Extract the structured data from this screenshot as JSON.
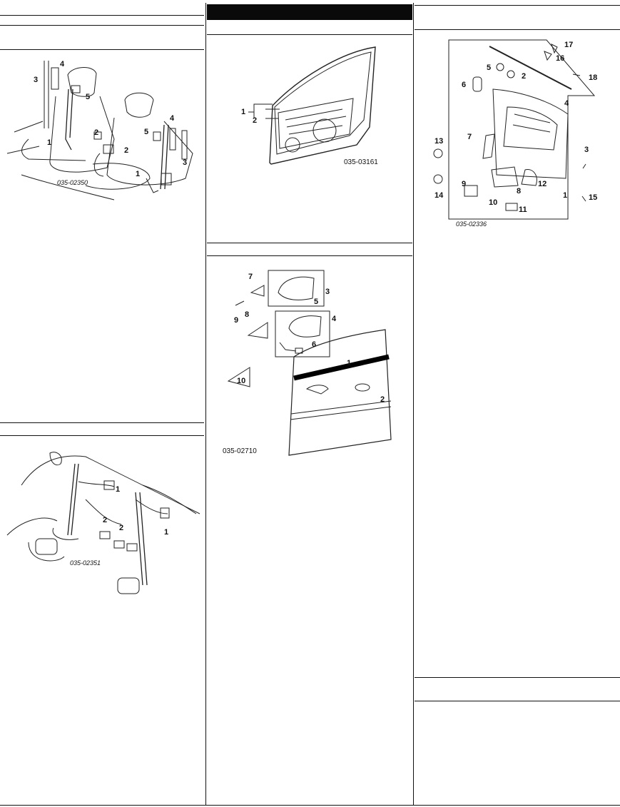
{
  "figures": {
    "seat_belts_front": {
      "code": "035-02350",
      "callouts": [
        "1",
        "2",
        "2",
        "3",
        "3",
        "4",
        "4",
        "5",
        "5",
        "1"
      ]
    },
    "seat_belts_rear": {
      "code": "035-02351",
      "callouts": [
        "1",
        "1",
        "2",
        "2"
      ]
    },
    "front_door": {
      "code": "035-03161",
      "callouts": [
        "1",
        "2"
      ]
    },
    "door_mirror": {
      "code": "035-02710",
      "callouts": [
        "7",
        "3",
        "5",
        "9",
        "8",
        "4",
        "6",
        "1",
        "10",
        "2"
      ]
    },
    "door_trim": {
      "code": "035-02336",
      "callouts": [
        "17",
        "16",
        "5",
        "2",
        "18",
        "6",
        "4",
        "13",
        "7",
        "3",
        "14",
        "9",
        "8",
        "12",
        "10",
        "11",
        "1",
        "15"
      ]
    }
  }
}
